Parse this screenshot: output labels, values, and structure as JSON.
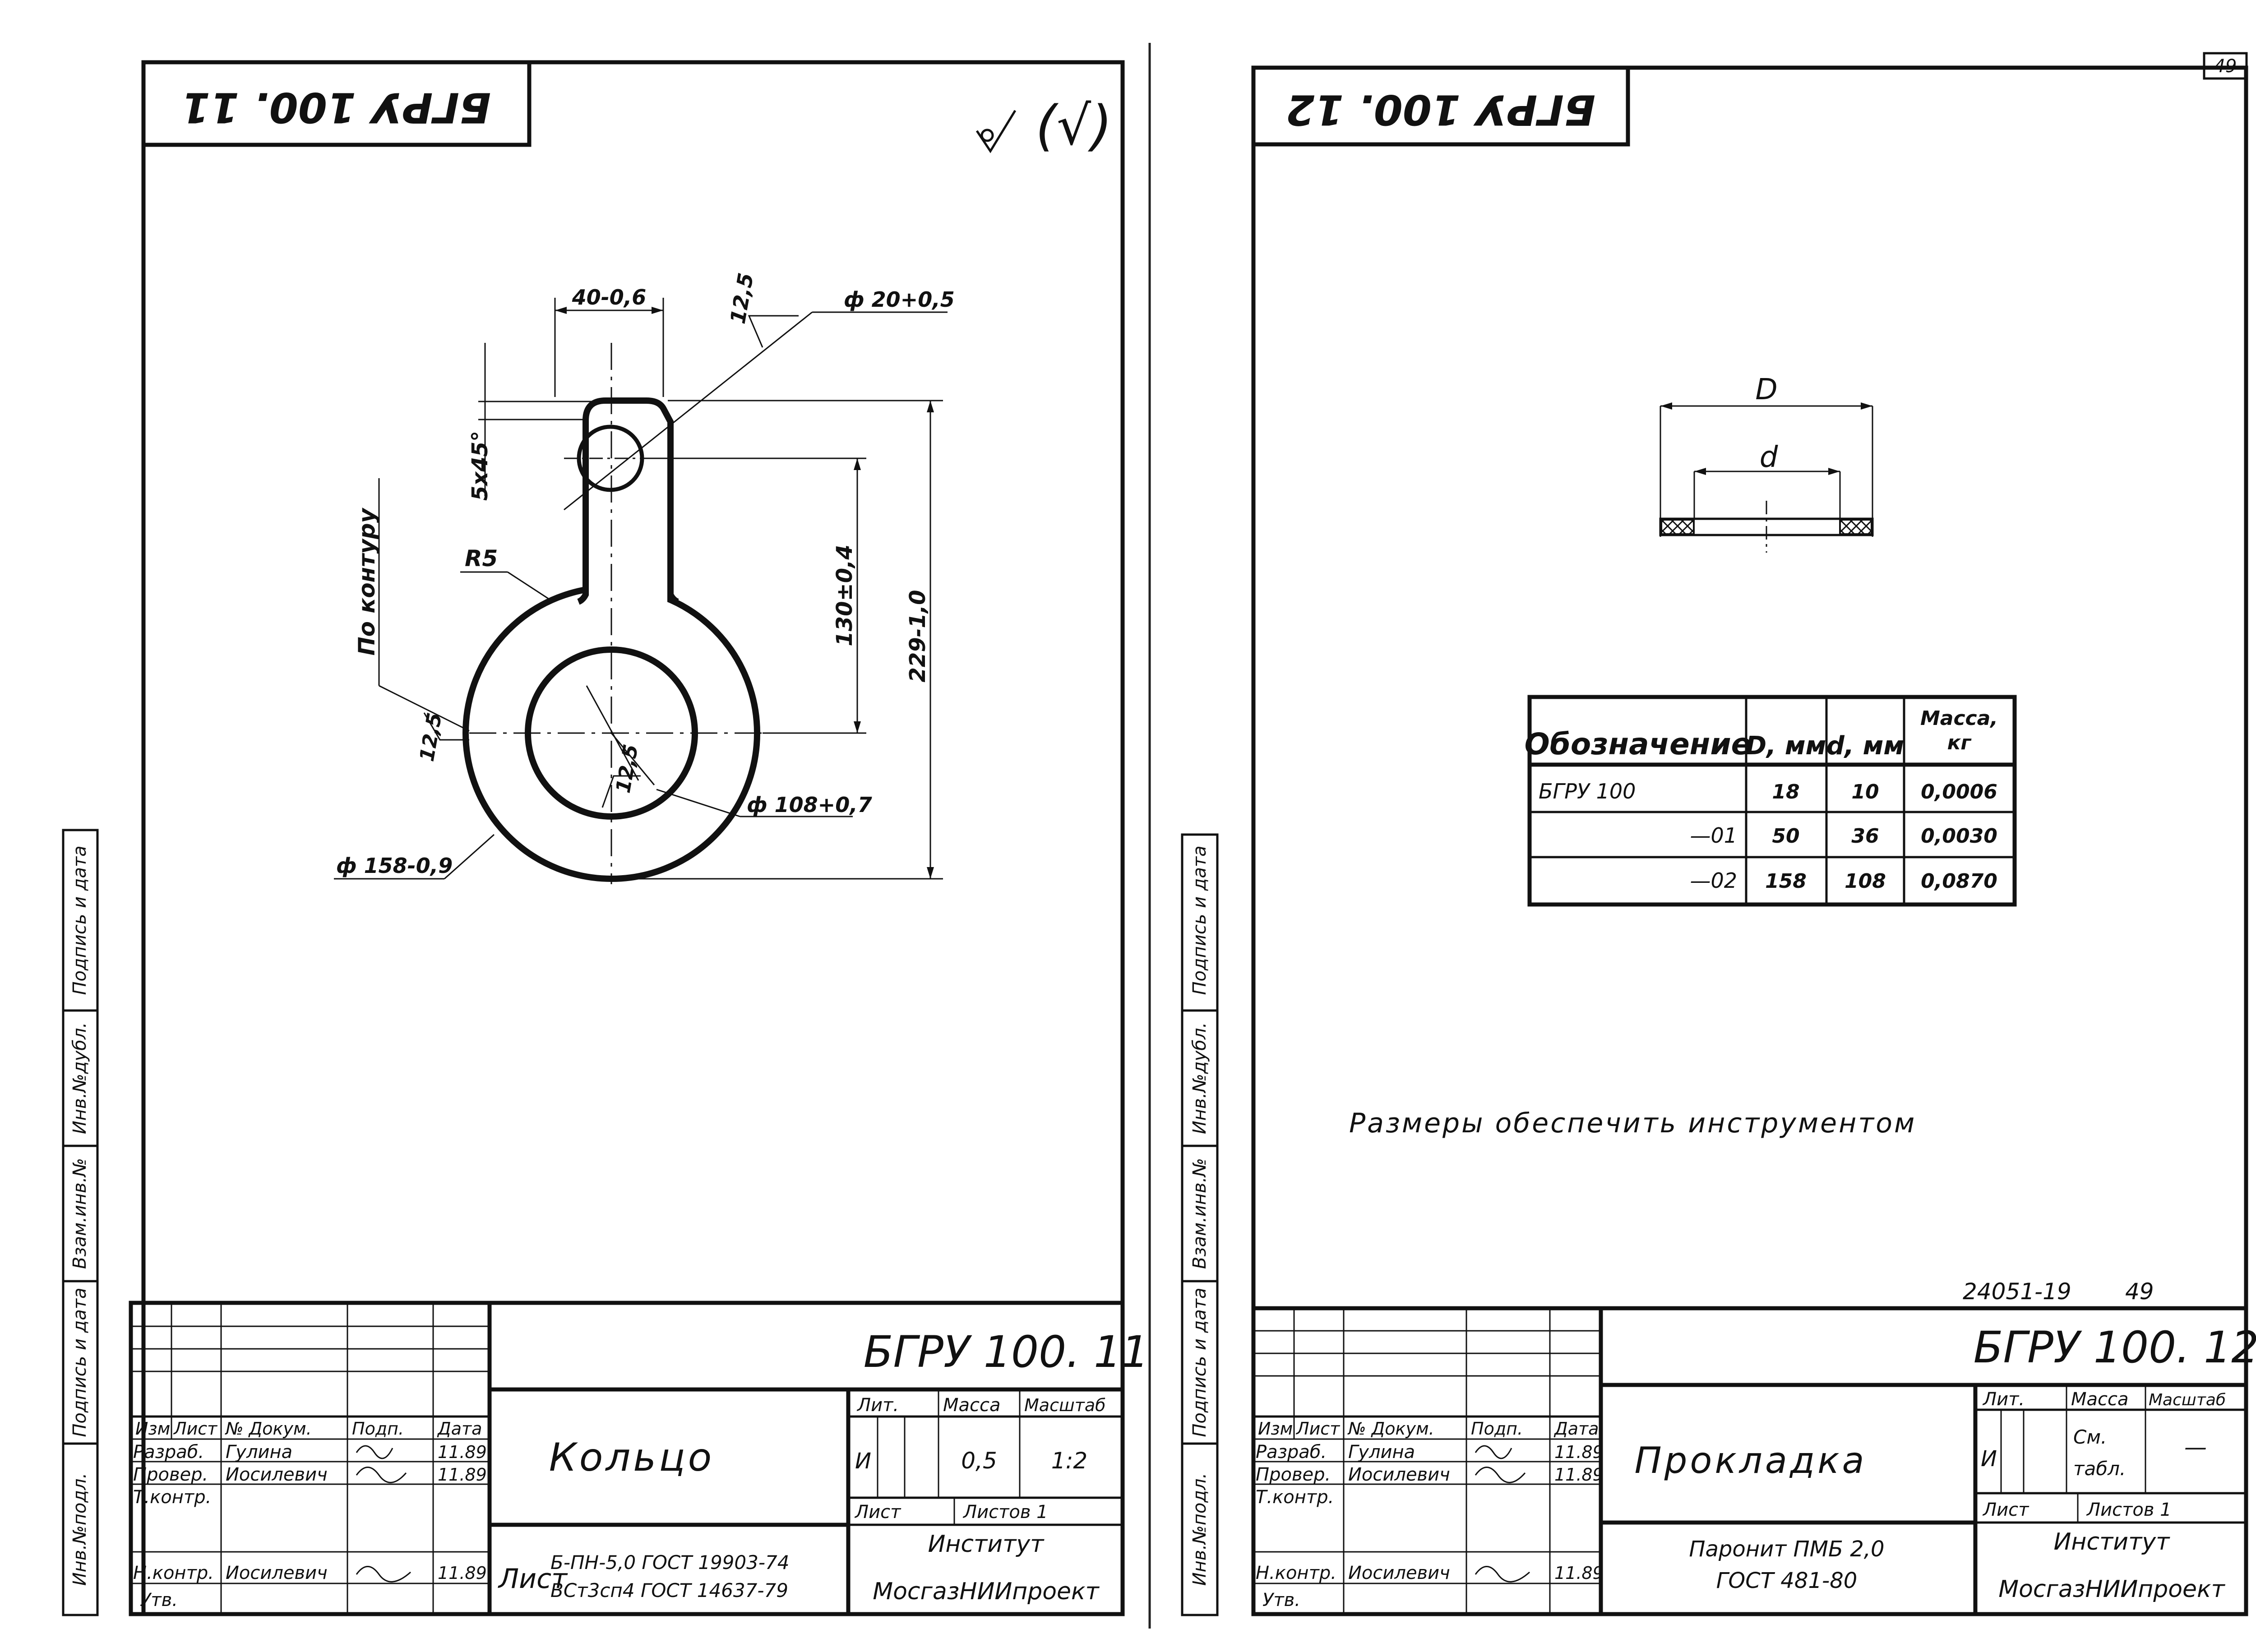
{
  "page_number": "49",
  "left_sheet": {
    "corner_code": "БГРУ 100. 11",
    "roughness_mark": "(√)",
    "dims": {
      "width_top": "40-0,6",
      "hole_diameter": "ф 20+0,5",
      "roughness_top": "12,5",
      "chamfer": "5x45°",
      "center_distance": "130±0,4",
      "overall_length": "229-1,0",
      "radius": "R5",
      "contour_note": "По контуру",
      "roughness_left": "12,5",
      "roughness_inner": "12,5",
      "inner_diameter": "ф 108+0,7",
      "outer_diameter": "ф 158-0,9"
    },
    "side_stamp": [
      "Инв.№подл.",
      "Подпись и дата",
      "Взам.инв.№",
      "Инв.№дубл.",
      "Подпись и дата"
    ],
    "title_block": {
      "designation": "БГРУ 100. 11",
      "name": "Кольцо",
      "headers": {
        "izm": "Изм",
        "list": "Лист",
        "doc": "№ Докум.",
        "podp": "Подп.",
        "date": "Дата"
      },
      "rows": [
        {
          "role": "Разраб.",
          "person": "Гулина",
          "date": "11.89"
        },
        {
          "role": "Провер.",
          "person": "Иосилевич",
          "date": "11.89"
        },
        {
          "role": "Т.контр.",
          "person": "",
          "date": ""
        },
        {
          "role": "Н.контр.",
          "person": "Иосилевич",
          "date": "11.89"
        },
        {
          "role": "Утв.",
          "person": "",
          "date": ""
        }
      ],
      "lit_label": "Лит.",
      "mass_label": "Масса",
      "scale_label": "Масштаб",
      "lit_value": "И",
      "mass_value": "0,5",
      "scale_value": "1:2",
      "sheet_label": "Лист",
      "sheets_label": "Листов 1",
      "material_label": "Лист",
      "material_line1": "Б-ПН-5,0 ГОСТ 19903-74",
      "material_line2": "ВСт3сп4 ГОСТ 14637-79",
      "org1": "Институт",
      "org2": "МосгазНИИпроект"
    }
  },
  "right_sheet": {
    "corner_code": "БГРУ 100. 12",
    "dims": {
      "outer": "D",
      "inner": "d"
    },
    "table": {
      "headers": [
        "Обозначение",
        "D, мм",
        "d, мм",
        "Масса, кг"
      ],
      "rows": [
        [
          "БГРУ 100",
          "18",
          "10",
          "0,0006"
        ],
        [
          "—01",
          "50",
          "36",
          "0,0030"
        ],
        [
          "—02",
          "158",
          "108",
          "0,0870"
        ]
      ]
    },
    "note": "Размеры обеспечить инструментом",
    "archive_number": "24051-19",
    "archive_page": "49",
    "side_stamp": [
      "Инв.№подл.",
      "Подпись и дата",
      "Взам.инв.№",
      "Инв.№дубл.",
      "Подпись и дата"
    ],
    "title_block": {
      "designation": "БГРУ 100. 12",
      "name": "Прокладка",
      "headers": {
        "izm": "Изм",
        "list": "Лист",
        "doc": "№ Докум.",
        "podp": "Подп.",
        "date": "Дата"
      },
      "rows": [
        {
          "role": "Разраб.",
          "person": "Гулина",
          "date": "11.89"
        },
        {
          "role": "Провер.",
          "person": "Иосилевич",
          "date": "11.89"
        },
        {
          "role": "Т.контр.",
          "person": "",
          "date": ""
        },
        {
          "role": "Н.контр.",
          "person": "Иосилевич",
          "date": "11.89"
        },
        {
          "role": "Утв.",
          "person": "",
          "date": ""
        }
      ],
      "lit_label": "Лит.",
      "mass_label": "Масса",
      "scale_label": "Масштаб",
      "lit_value": "И",
      "mass_value_1": "См.",
      "mass_value_2": "табл.",
      "scale_value": "—",
      "sheet_label": "Лист",
      "sheets_label": "Листов 1",
      "material_line1": "Паронит ПМБ 2,0",
      "material_line2": "ГОСТ 481-80",
      "org1": "Институт",
      "org2": "МосгазНИИпроект"
    }
  }
}
